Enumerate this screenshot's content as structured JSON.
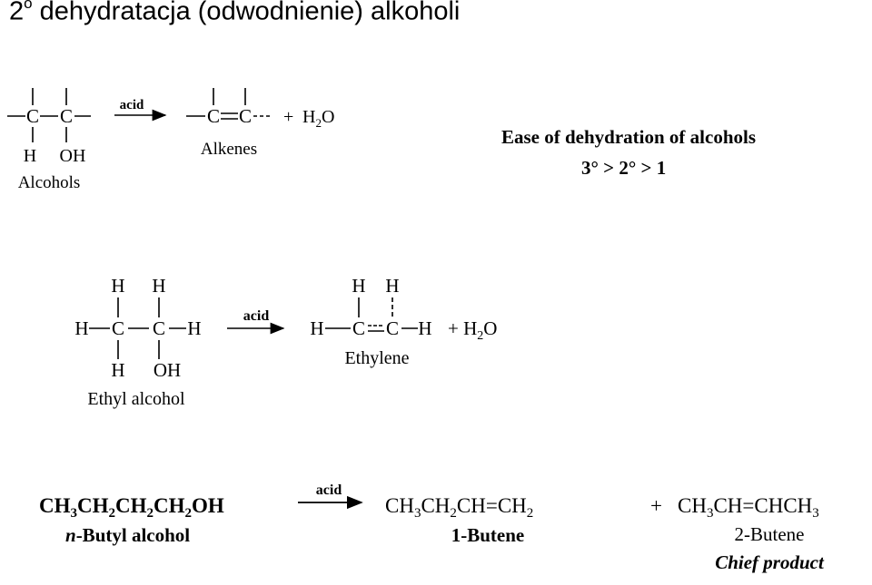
{
  "slide": {
    "title_prefix": "2",
    "title_sup": "o",
    "title_rest": " dehydratacja (odwodnienie) alkoholi",
    "general": {
      "atom_c": "C",
      "atom_h": "H",
      "group_oh": "OH",
      "reagent": "acid",
      "byproduct_plus": "+",
      "byproduct_h": "H",
      "byproduct_2": "2",
      "byproduct_o": "O",
      "reactant_label": "Alcohols",
      "product_label": "Alkenes"
    },
    "ease": {
      "heading": "Ease of dehydration of alcohols",
      "order": "3° > 2° > 1"
    },
    "ethyl": {
      "reagent": "acid",
      "reactant_label": "Ethyl alcohol",
      "product_label": "Ethylene",
      "byproduct": "+ H",
      "byproduct_sub": "2",
      "byproduct_o": "O"
    },
    "butyl": {
      "reagent": "acid",
      "reactant_parts": [
        "CH",
        "3",
        "CH",
        "2",
        "CH",
        "2",
        "CH",
        "2",
        "OH"
      ],
      "reactant_prefix": "n",
      "reactant_label": "-Butyl alcohol",
      "product1_parts": [
        "CH",
        "3",
        "CH",
        "2",
        "CH=CH",
        "2"
      ],
      "product1_label": "1-Butene",
      "plus": "+",
      "product2_parts": [
        "CH",
        "3",
        "CH=CHCH",
        "3"
      ],
      "product2_label": "2-Butene",
      "product2_note": "Chief product"
    }
  }
}
